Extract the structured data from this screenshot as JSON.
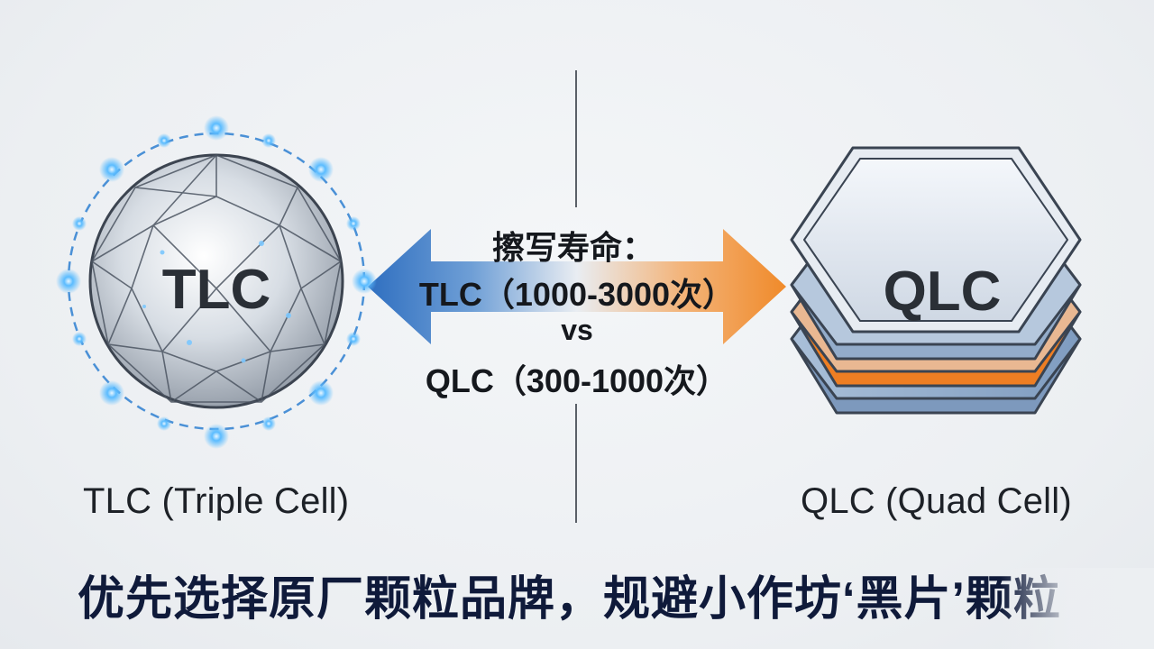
{
  "tlc": {
    "badge": "TLC",
    "caption": "TLC (Triple Cell)",
    "icon": "diamond-icon",
    "glow_color": "#3fa9f5"
  },
  "qlc": {
    "badge": "QLC",
    "caption": "QLC (Quad Cell)",
    "icon": "layered-hexagon-icon",
    "accent_color": "#ef7d22"
  },
  "comparison": {
    "title": "擦写寿命：",
    "tlc_range": "TLC（1000-3000次）",
    "vs": "vs",
    "qlc_range": "QLC（300-1000次）",
    "arrow_left_color": "#2f6fc0",
    "arrow_right_color": "#f08a2a"
  },
  "banner": {
    "text": "优先选择原厂颗粒品牌，规避小作坊‘黑片’颗粒"
  }
}
